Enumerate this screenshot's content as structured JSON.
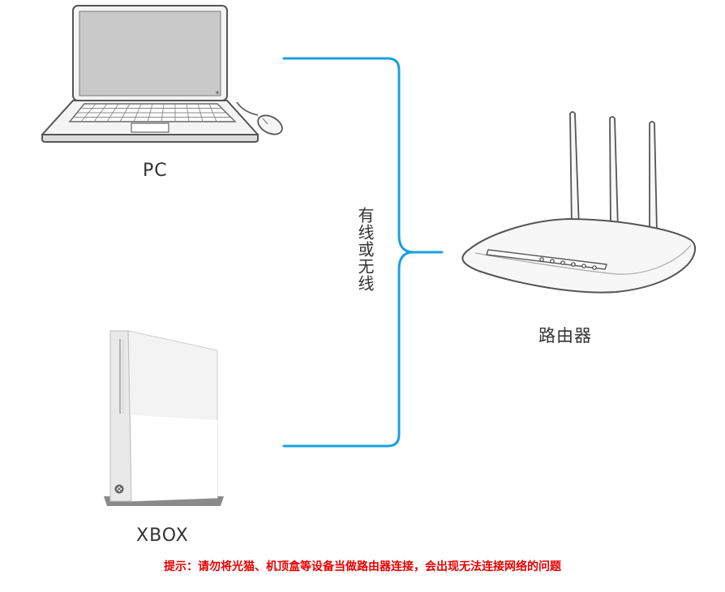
{
  "labels": {
    "pc": "PC",
    "xbox": "XBOX",
    "router": "路由器",
    "connection": "有线或无线"
  },
  "tip": "提示：请勿将光猫、机顶盒等设备当做路由器连接，会出现无法连接网络的问题",
  "icons": {
    "pc": "laptop-icon",
    "mouse": "mouse-icon",
    "xbox": "game-console-icon",
    "router": "wifi-router-icon"
  },
  "colors": {
    "connector": "#1aa0e0",
    "tip": "#e60000",
    "device_outline": "#555555",
    "device_fill": "#f5f5f5",
    "screen": "#c9c9c9"
  }
}
